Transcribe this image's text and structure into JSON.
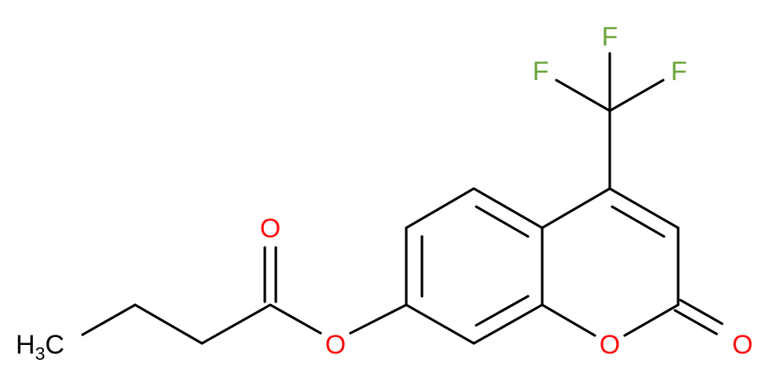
{
  "structure": {
    "atoms": {
      "F_top": {
        "text": "F",
        "color": "#6ba539"
      },
      "F_left": {
        "text": "F",
        "color": "#6ba539"
      },
      "F_right": {
        "text": "F",
        "color": "#6ba539"
      },
      "O_carbonyl_ester": {
        "text": "O",
        "color": "#ff0d0d"
      },
      "O_ether_ester": {
        "text": "O",
        "color": "#ff0d0d"
      },
      "O_ring": {
        "text": "O",
        "color": "#ff0d0d"
      },
      "O_lactone_carbonyl": {
        "text": "O",
        "color": "#ff0d0d"
      },
      "methyl": {
        "text": "H",
        "subscript": "3",
        "suffix": "C",
        "color": "#000000"
      }
    }
  }
}
